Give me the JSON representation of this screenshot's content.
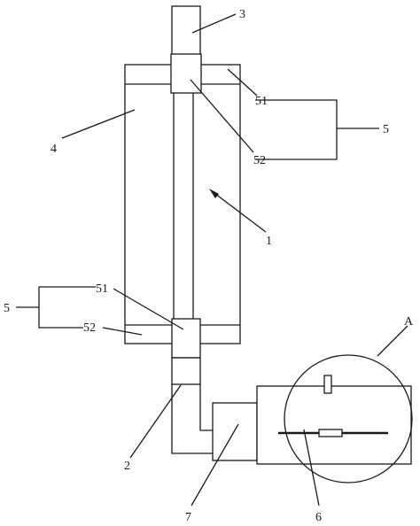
{
  "labels": {
    "l1": "1",
    "l2": "2",
    "l3": "3",
    "l4": "4",
    "l5_right": "5",
    "l5_left": "5",
    "l51_top": "51",
    "l52_top": "52",
    "l51_bottom": "51",
    "l52_bottom": "52",
    "l6": "6",
    "l7": "7",
    "lA": "A"
  }
}
